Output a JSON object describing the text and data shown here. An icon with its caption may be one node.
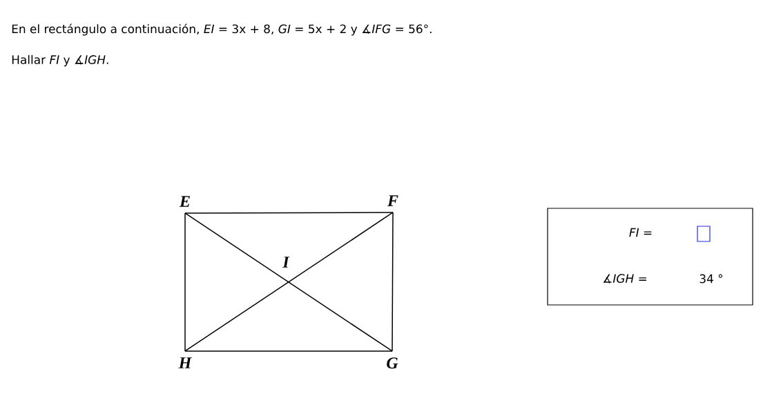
{
  "diagram": {
    "nodes": [
      {
        "text": [
          "E"
        ]
      },
      {
        "text": [
          "F"
        ]
      },
      {
        "text": [
          "G"
        ]
      },
      {
        "text": [
          "H"
        ]
      },
      {
        "text": [
          "I"
        ]
      },
      {
        "text": [
          "*FI* =",
          "∡*IGH* =",
          "34 °"
        ]
      },
      {
        "text": [],
        "shape": "box",
        "in": 5
      }
    ],
    "edges": [
      {
        "from": 0,
        "to": 1,
        "arrow": "none"
      },
      {
        "from": 1,
        "to": 2,
        "arrow": "none"
      },
      {
        "from": 2,
        "to": 3,
        "arrow": "none"
      },
      {
        "from": 3,
        "to": 0,
        "arrow": "none"
      },
      {
        "from": 0,
        "to": 2,
        "arrow": "none"
      },
      {
        "from": 1,
        "to": 3,
        "arrow": "none"
      }
    ],
    "labels": [
      "En el rectángulo a continuación, *EI* = 3x + 8, *GI* = 5x + 2 y ∡*IFG* = 56°.",
      "Hallar *FI* y ∡*IGH*."
    ]
  }
}
